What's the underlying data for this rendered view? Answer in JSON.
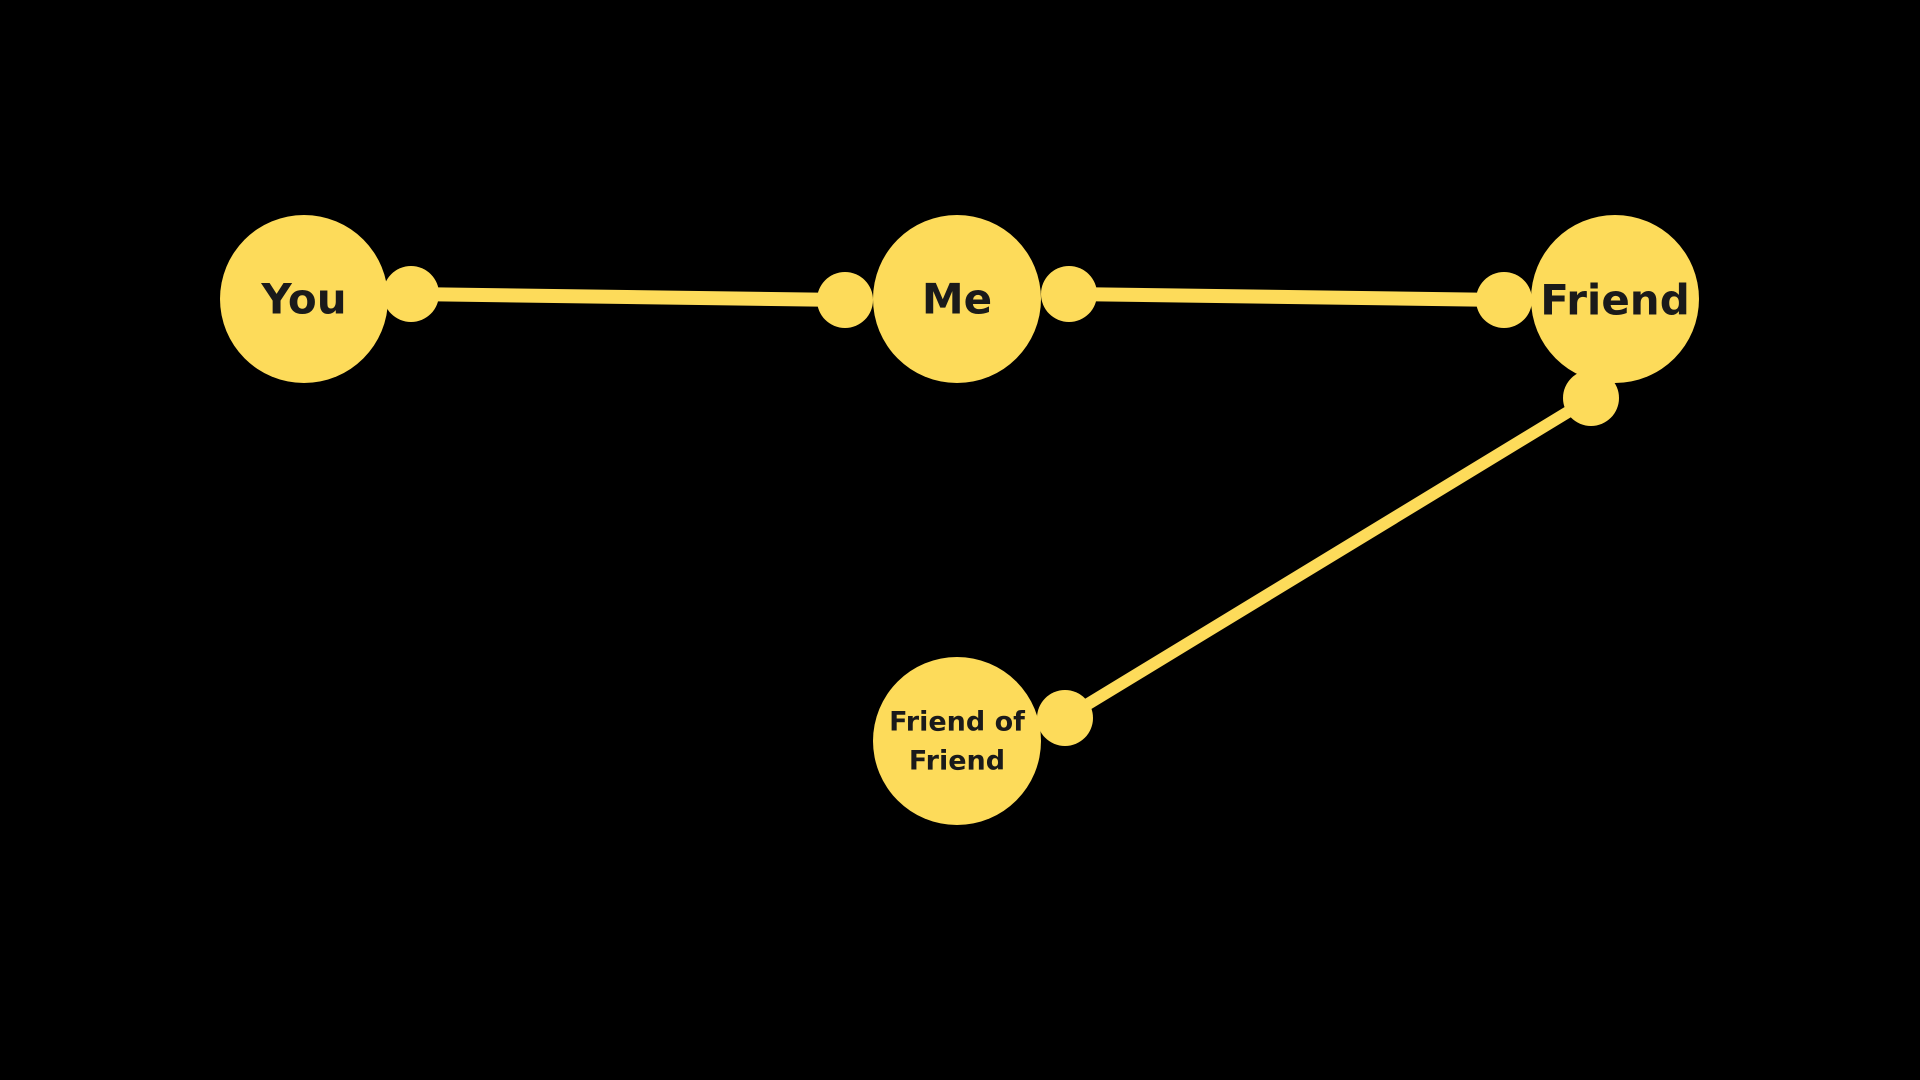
{
  "colors": {
    "background": "#000000",
    "node": "#FDDB5A",
    "text": "#1a1a1a"
  },
  "nodes": {
    "you": {
      "label": "You"
    },
    "me": {
      "label": "Me"
    },
    "friend": {
      "label": "Friend"
    },
    "friend_of_friend": {
      "label_line1": "Friend of",
      "label_line2": "Friend"
    }
  },
  "edges": [
    {
      "from": "you",
      "to": "me"
    },
    {
      "from": "me",
      "to": "friend"
    },
    {
      "from": "friend",
      "to": "friend_of_friend"
    }
  ]
}
